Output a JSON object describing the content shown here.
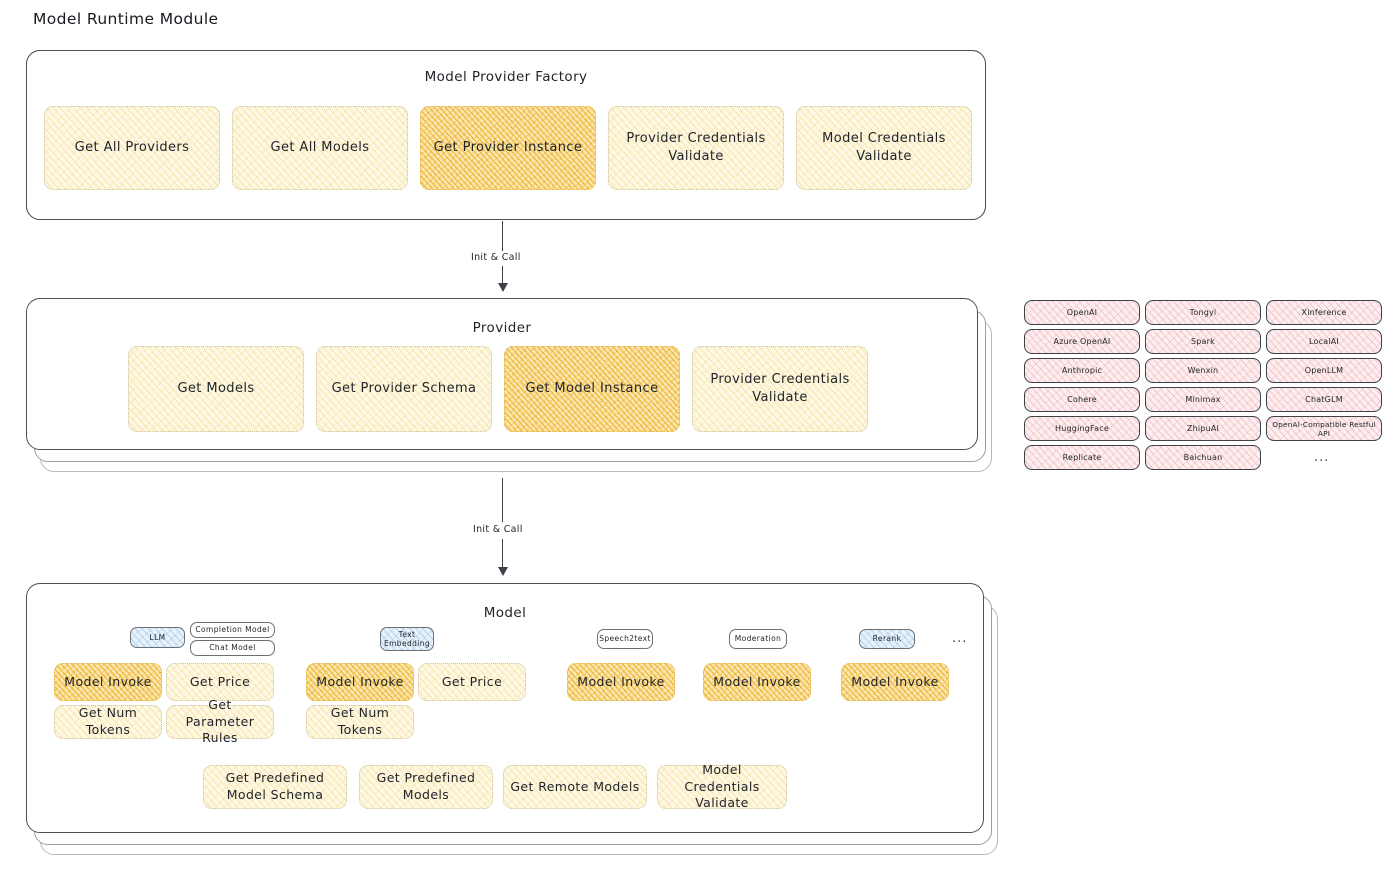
{
  "page": {
    "title": "Model Runtime Module"
  },
  "factory": {
    "title": "Model Provider Factory",
    "methods": [
      {
        "label": "Get All Providers",
        "highlight": false
      },
      {
        "label": "Get All Models",
        "highlight": false
      },
      {
        "label": "Get Provider Instance",
        "highlight": true
      },
      {
        "label": "Provider Credentials Validate",
        "highlight": false
      },
      {
        "label": "Model Credentials Validate",
        "highlight": false
      }
    ]
  },
  "arrows": [
    {
      "label": "Init & Call"
    },
    {
      "label": "Init & Call"
    }
  ],
  "provider": {
    "title": "Provider",
    "methods": [
      {
        "label": "Get Models",
        "highlight": false
      },
      {
        "label": "Get Provider Schema",
        "highlight": false
      },
      {
        "label": "Get Model Instance",
        "highlight": true
      },
      {
        "label": "Provider Credentials Validate",
        "highlight": false
      }
    ]
  },
  "provider_list": {
    "columns": [
      {
        "items": [
          "OpenAI",
          "Azure OpenAI",
          "Anthropic",
          "Cohere",
          "HuggingFace",
          "Replicate"
        ]
      },
      {
        "items": [
          "Tongyi",
          "Spark",
          "Wenxin",
          "Minimax",
          "ZhipuAI",
          "Baichuan"
        ]
      },
      {
        "items": [
          "Xinference",
          "LocalAI",
          "OpenLLM",
          "ChatGLM",
          "OpenAI-Compatible Restful API"
        ]
      }
    ],
    "more": "..."
  },
  "model": {
    "title": "Model",
    "more": "...",
    "types": [
      {
        "badge": "LLM",
        "badge_fill": "blue",
        "sub_badges": [
          "Completion Model",
          "Chat Model"
        ],
        "methods": [
          {
            "label": "Model Invoke",
            "highlight": true
          },
          {
            "label": "Get Price",
            "highlight": false
          },
          {
            "label": "Get Num Tokens",
            "highlight": false
          },
          {
            "label": "Get Parameter Rules",
            "highlight": false
          }
        ]
      },
      {
        "badge": "Text Embedding",
        "badge_fill": "blue",
        "sub_badges": [],
        "methods": [
          {
            "label": "Model Invoke",
            "highlight": true
          },
          {
            "label": "Get Price",
            "highlight": false
          },
          {
            "label": "Get Num Tokens",
            "highlight": false
          }
        ]
      },
      {
        "badge": "Speech2text",
        "badge_fill": "white",
        "sub_badges": [],
        "methods": [
          {
            "label": "Model Invoke",
            "highlight": true
          }
        ]
      },
      {
        "badge": "Moderation",
        "badge_fill": "white",
        "sub_badges": [],
        "methods": [
          {
            "label": "Model Invoke",
            "highlight": true
          }
        ]
      },
      {
        "badge": "Rerank",
        "badge_fill": "blue",
        "sub_badges": [],
        "methods": [
          {
            "label": "Model Invoke",
            "highlight": true
          }
        ]
      }
    ],
    "shared_methods": [
      {
        "label": "Get Predefined Model Schema"
      },
      {
        "label": "Get Predefined Models"
      },
      {
        "label": "Get Remote Models"
      },
      {
        "label": "Model Credentials Validate"
      }
    ]
  },
  "colors": {
    "cream": "#fdf8e6",
    "amber": "#fbe6b0",
    "blue": "#e8f2fb",
    "rose": "#fdeef0",
    "stroke": "#3d4248"
  }
}
